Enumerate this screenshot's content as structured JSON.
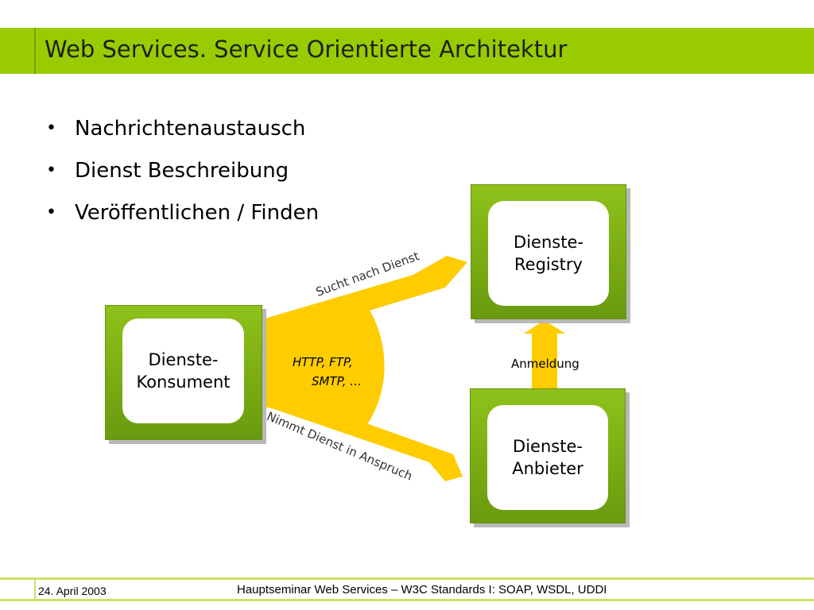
{
  "title": "Web Services. Service Orientierte Architektur",
  "bullets": [
    "Nachrichtenaustausch",
    "Dienst Beschreibung",
    "Veröffentlichen / Finden"
  ],
  "bullet_char": "•",
  "diagram": {
    "consumer": "Dienste-\nKonsument",
    "registry": "Dienste-\nRegistry",
    "provider": "Dienste-\nAnbieter",
    "find_arrow": "Sucht nach Dienst",
    "use_arrow": "Nimmt Dienst in Anspruch",
    "protocols_line1": "HTTP, FTP,",
    "protocols_line2": "SMTP, …",
    "publish_label": "Anmeldung"
  },
  "colors": {
    "title_bar": "#99cc00",
    "box_green": "#7aac12",
    "arrow_yellow": "#ffcc00"
  },
  "footer": {
    "date": "24. April 2003",
    "title": "Hauptseminar Web Services – W3C Standards I: SOAP, WSDL, UDDI"
  }
}
